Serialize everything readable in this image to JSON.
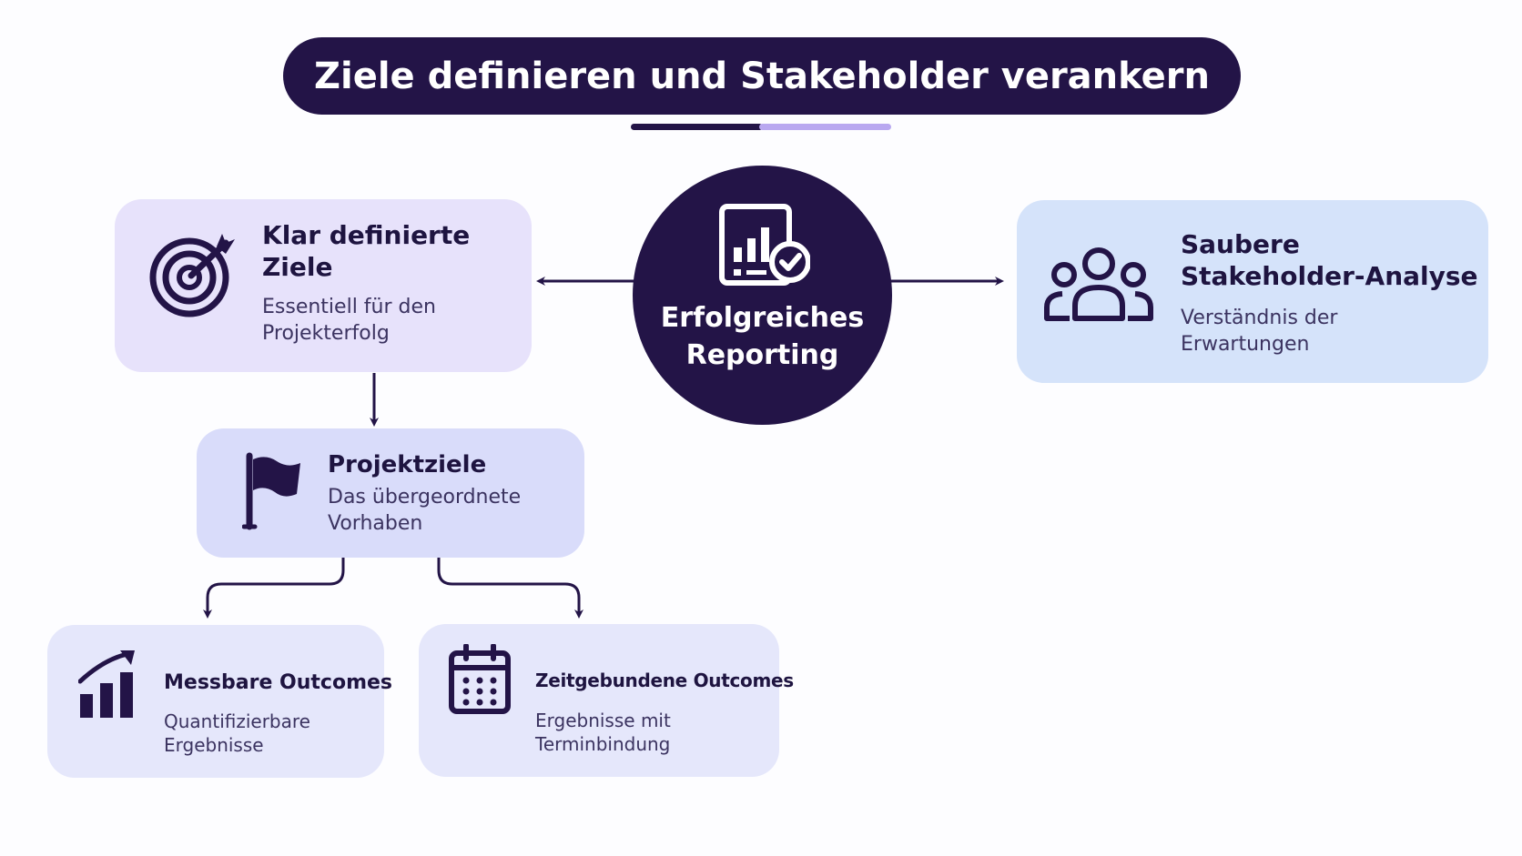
{
  "title": "Ziele definieren und Stakeholder verankern",
  "hub": {
    "label": "Erfolgreiches\nReporting",
    "icon": "report-check-icon"
  },
  "nodes": {
    "klar": {
      "heading": "Klar definierte\nZiele",
      "sub": "Essentiell für den\nProjekterfolg",
      "icon": "target-icon"
    },
    "stakeholder": {
      "heading": "Saubere\nStakeholder-Analyse",
      "sub": "Verständnis der\nErwartungen",
      "icon": "people-icon"
    },
    "projektziele": {
      "heading": "Projektziele",
      "sub": "Das übergeordnete\nVorhaben",
      "icon": "flag-icon"
    },
    "messbar": {
      "heading": "Messbare Outcomes",
      "sub": "Quantifizierbare\nErgebnisse",
      "icon": "growth-chart-icon"
    },
    "zeit": {
      "heading": "Zeitgebundene Outcomes",
      "sub": "Ergebnisse mit\nTerminbindung",
      "icon": "calendar-icon"
    }
  },
  "colors": {
    "primary": "#231447",
    "accent_light": "#b9a8f0",
    "card_lavender": "#e7e2fb",
    "card_periwinkle": "#d9dcfa",
    "card_pale": "#e5e7fb",
    "card_blue": "#d5e3fa"
  }
}
